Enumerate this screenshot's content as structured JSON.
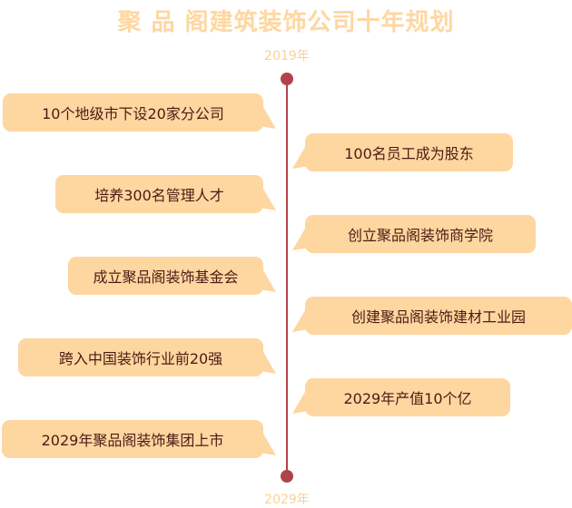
{
  "title": "聚 品 阁建筑装饰公司十年规划",
  "start_year": "2019年",
  "end_year": "2029年",
  "colors": {
    "bubble": "#fed6a0",
    "line": "#b0434a",
    "text": "#4a1c14",
    "title": "#fed7a2"
  },
  "left_items": [
    {
      "label": "10个地级市下设20家分公司"
    },
    {
      "label": "培养300名管理人才"
    },
    {
      "label": "成立聚品阁装饰基金会"
    },
    {
      "label": "跨入中国装饰行业前20强"
    },
    {
      "label": "2029年聚品阁装饰集团上市"
    }
  ],
  "right_items": [
    {
      "label": "100名员工成为股东"
    },
    {
      "label": "创立聚品阁装饰商学院"
    },
    {
      "label": "创建聚品阁装饰建材工业园"
    },
    {
      "label": "2029年产值10个亿"
    }
  ]
}
